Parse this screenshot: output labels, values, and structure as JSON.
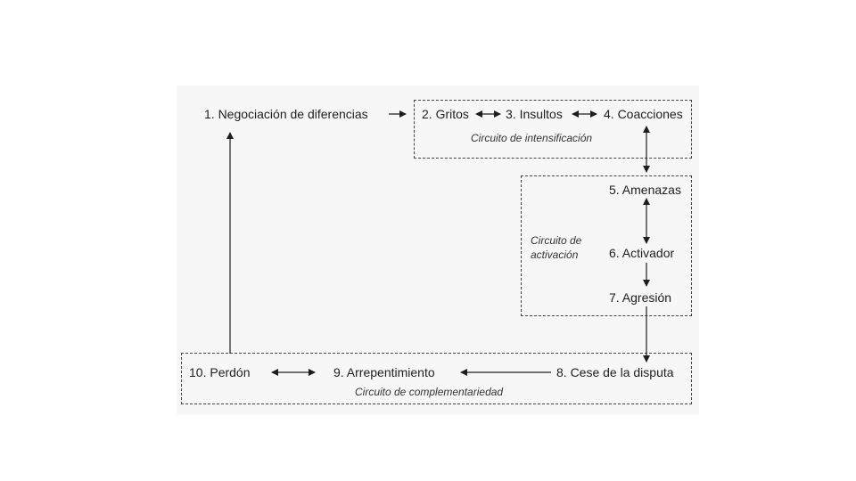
{
  "nodes": {
    "n1": "1. Negociación de diferencias",
    "n2": "2. Gritos",
    "n3": "3. Insultos",
    "n4": "4. Coacciones",
    "n5": "5. Amenazas",
    "n6": "6. Activador",
    "n7": "7. Agresión",
    "n8": "8. Cese de la disputa",
    "n9": "9. Arrepentimiento",
    "n10": "10. Perdón"
  },
  "circuits": {
    "intensificacion": "Circuito de intensificación",
    "activacion_line1": "Circuito de",
    "activacion_line2": "activación",
    "complementariedad": "Circuito de complementariedad"
  },
  "colors": {
    "line": "#1e1e1e",
    "dashed_border": "#444444",
    "panel_background": "#f7f7f7"
  }
}
